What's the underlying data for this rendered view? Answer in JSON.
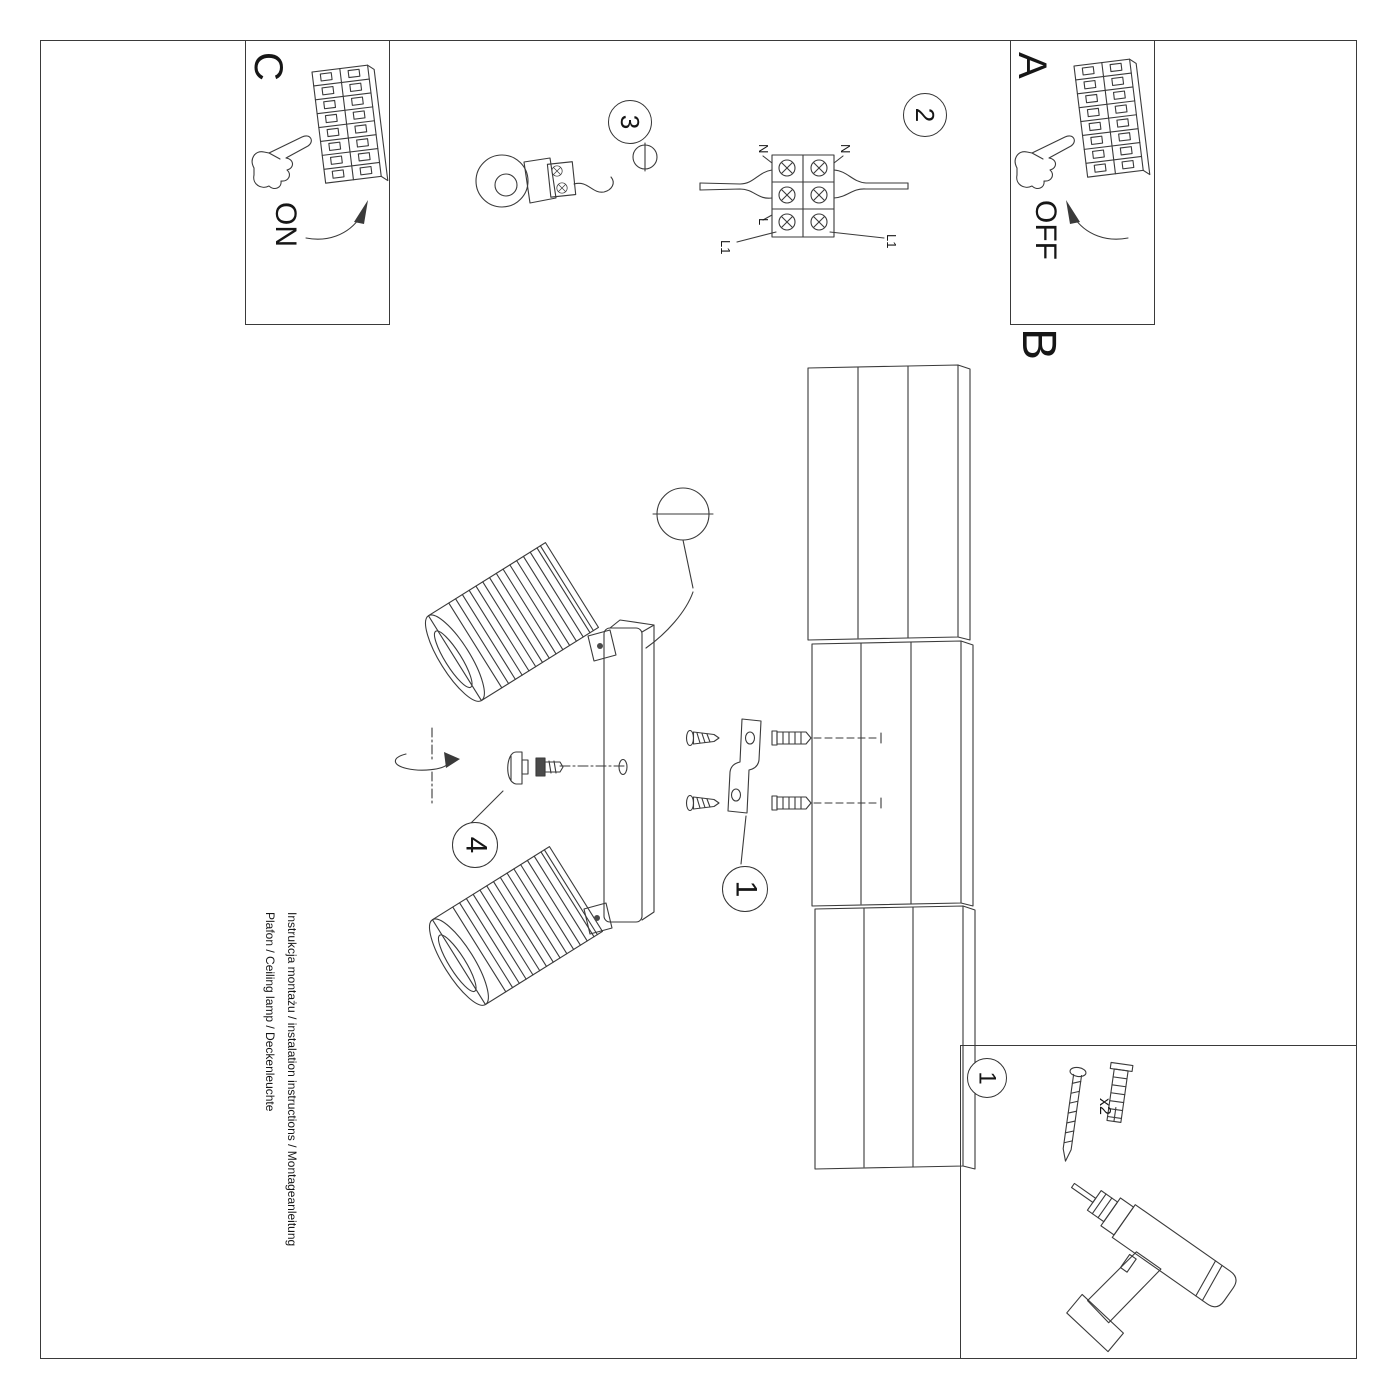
{
  "document": {
    "type": "installation-instructions-sheet",
    "footer": {
      "title": "Instrukcja montażu / instalation instructions / Montageanleitung",
      "product": "Plafon / Ceiling lamp / Deckenleuchte"
    }
  },
  "sections": {
    "a": {
      "label": "A",
      "power_state": "OFF"
    },
    "b": {
      "label": "B"
    },
    "c": {
      "label": "C",
      "power_state": "ON"
    }
  },
  "steps": {
    "step1": "1",
    "step2": "2",
    "step3": "3",
    "step4": "4"
  },
  "wiring_labels": {
    "n_left": "N",
    "n_right": "N",
    "l_left": "L",
    "l1_left": "L1",
    "l1_right": "L1"
  },
  "hardware": {
    "kit_step": "1",
    "screw_quantity": "x2"
  },
  "colors": {
    "background": "#ffffff",
    "line": "#3a3a3a",
    "text": "#161616"
  }
}
